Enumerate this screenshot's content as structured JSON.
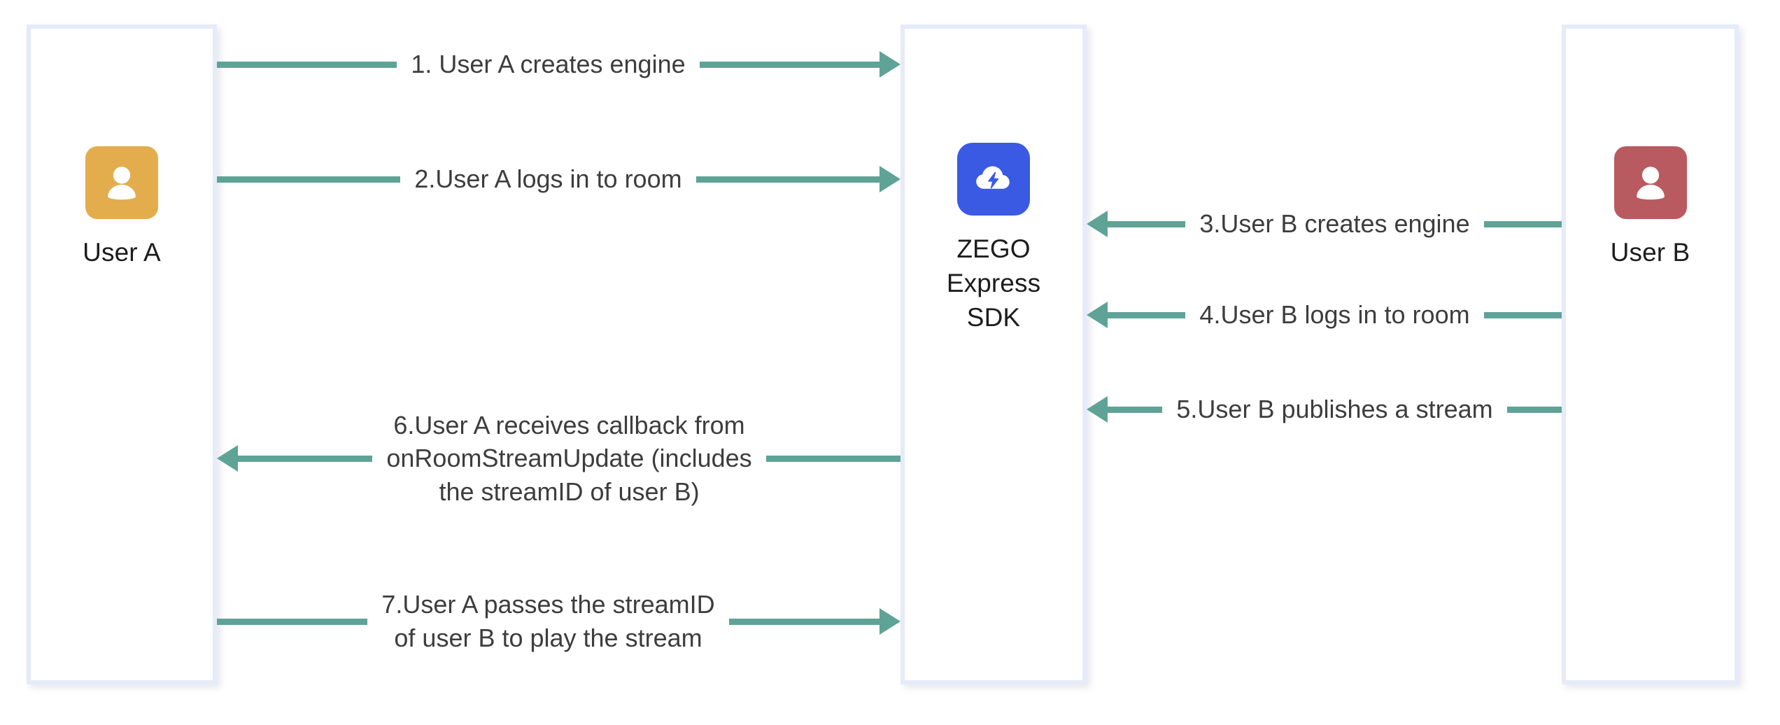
{
  "diagram": {
    "title": "ZEGO Express SDK publish/play sequence",
    "colors": {
      "arrow": "#5ea396",
      "column_border": "#e6ebf9",
      "user_a_avatar": "#e3ad4e",
      "user_b_avatar": "#b95a60",
      "zego_avatar": "#3a5ae4",
      "label_text": "#3d3d3d",
      "caption_text": "#1d1d1d",
      "background": "#ffffff"
    }
  },
  "actors": [
    {
      "id": "user-a",
      "caption": "User A",
      "avatar_icon": "person-icon",
      "avatar_color": "#e3ad4e"
    },
    {
      "id": "zego",
      "caption": "ZEGO\nExpress\nSDK",
      "avatar_icon": "zego-cloud-bolt-icon",
      "avatar_color": "#3a5ae4"
    },
    {
      "id": "user-b",
      "caption": "User B",
      "avatar_icon": "person-icon",
      "avatar_color": "#b95a60"
    }
  ],
  "messages": [
    {
      "step": 1,
      "label": "1. User A creates engine",
      "from": "user-a",
      "to": "zego",
      "direction": "right"
    },
    {
      "step": 2,
      "label": "2.User A logs in to room",
      "from": "user-a",
      "to": "zego",
      "direction": "right"
    },
    {
      "step": 3,
      "label": "3.User B creates engine",
      "from": "user-b",
      "to": "zego",
      "direction": "left"
    },
    {
      "step": 4,
      "label": "4.User B logs in to room",
      "from": "user-b",
      "to": "zego",
      "direction": "left"
    },
    {
      "step": 5,
      "label": "5.User B publishes a stream",
      "from": "user-b",
      "to": "zego",
      "direction": "left"
    },
    {
      "step": 6,
      "label": "6.User A receives callback from\nonRoomStreamUpdate (includes\nthe streamID of user B)",
      "from": "zego",
      "to": "user-a",
      "direction": "left"
    },
    {
      "step": 7,
      "label": "7.User A passes the streamID\nof user B to play the stream",
      "from": "user-a",
      "to": "zego",
      "direction": "right"
    }
  ]
}
